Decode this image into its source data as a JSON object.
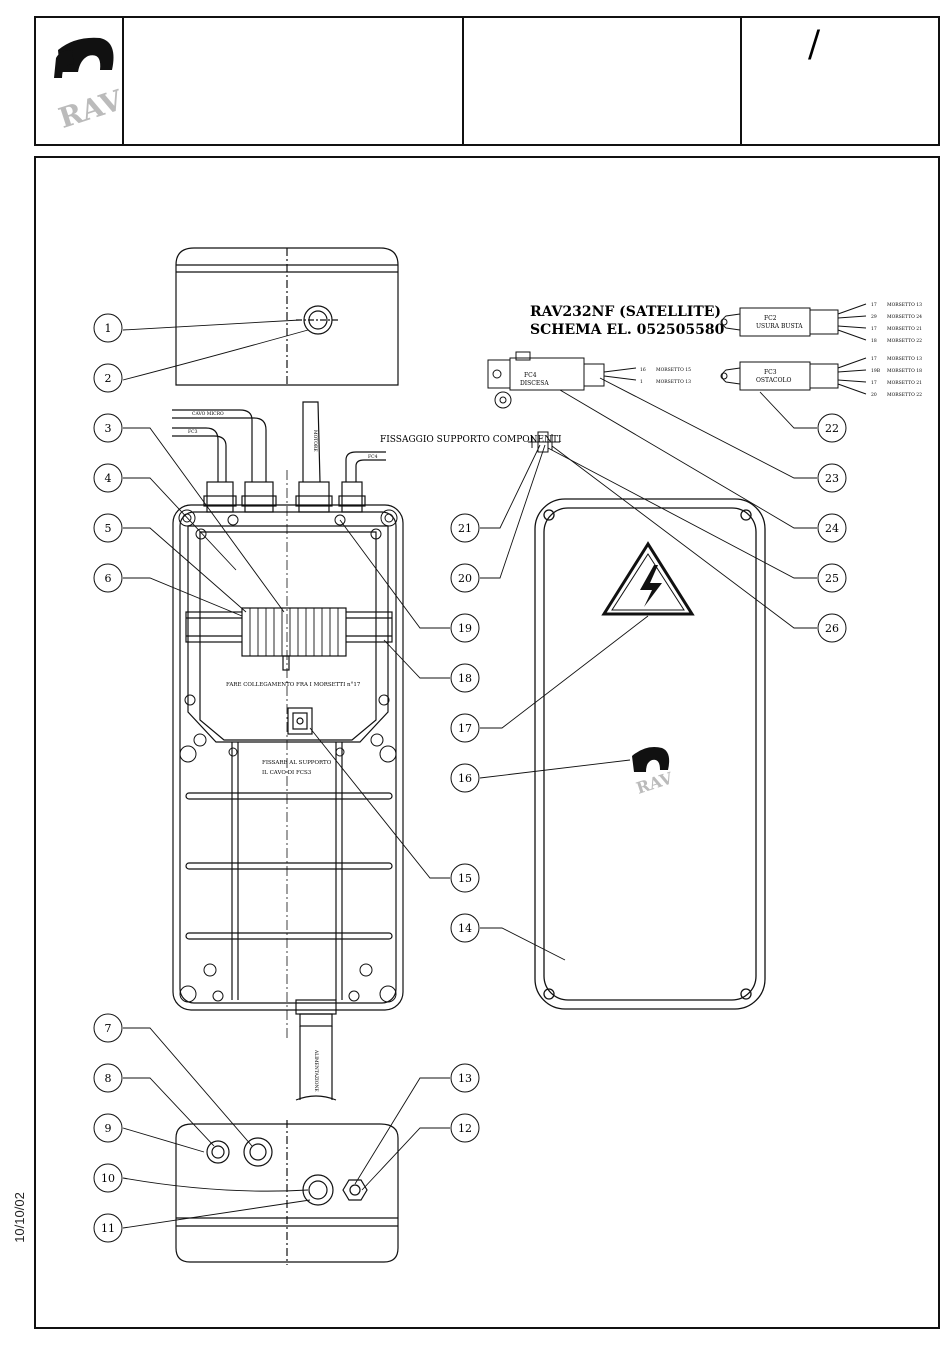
{
  "header": {
    "logo_text": "RAV",
    "field_1": "",
    "field_2": "",
    "field_3": "/"
  },
  "side_date": "10/10/02",
  "schematic": {
    "title_line1": "RAV232NF (SATELLITE)",
    "title_line2": "SCHEMA EL. 052505580"
  },
  "notes": {
    "fissaggio": "FISSAGGIO SUPPORTO COMPONENTI",
    "collegamento": "FARE COLLEGAMENTO FRA I MORSETTI n°17",
    "fissare_line1": "FISSARE AL SUPPORTO",
    "fissare_line2": "IL CAVO DI FCS3"
  },
  "cable_labels": {
    "cavo_micro": "CAVO MICRO",
    "fc3": "FC3",
    "motore": "MOTORE",
    "fc4": "FC4",
    "alimentazione": "ALIMENTAZIONE"
  },
  "switches": [
    {
      "id": "FC4",
      "desc": "DISCESA",
      "wires": [
        {
          "num": "16",
          "label": "MORSETTO 15"
        },
        {
          "num": "1",
          "label": "MORSETTO 13"
        }
      ]
    },
    {
      "id": "FC2",
      "desc": "USURA BUSTA",
      "wires": [
        {
          "num": "17",
          "label": "MORSETTO 13"
        },
        {
          "num": "29",
          "label": "MORSETTO 24"
        },
        {
          "num": "17",
          "label": "MORSETTO 21"
        },
        {
          "num": "18",
          "label": "MORSETTO 22"
        }
      ]
    },
    {
      "id": "FC3",
      "desc": "OSTACOLO",
      "wires": [
        {
          "num": "17",
          "label": "MORSETTO 13"
        },
        {
          "num": "19B",
          "label": "MORSETTO 18"
        },
        {
          "num": "17",
          "label": "MORSETTO 21"
        },
        {
          "num": "20",
          "label": "MORSETTO 22"
        }
      ]
    }
  ],
  "callouts": [
    "1",
    "2",
    "3",
    "4",
    "5",
    "6",
    "7",
    "8",
    "9",
    "10",
    "11",
    "12",
    "13",
    "14",
    "15",
    "16",
    "17",
    "18",
    "19",
    "20",
    "21",
    "22",
    "23",
    "24",
    "25",
    "26"
  ]
}
